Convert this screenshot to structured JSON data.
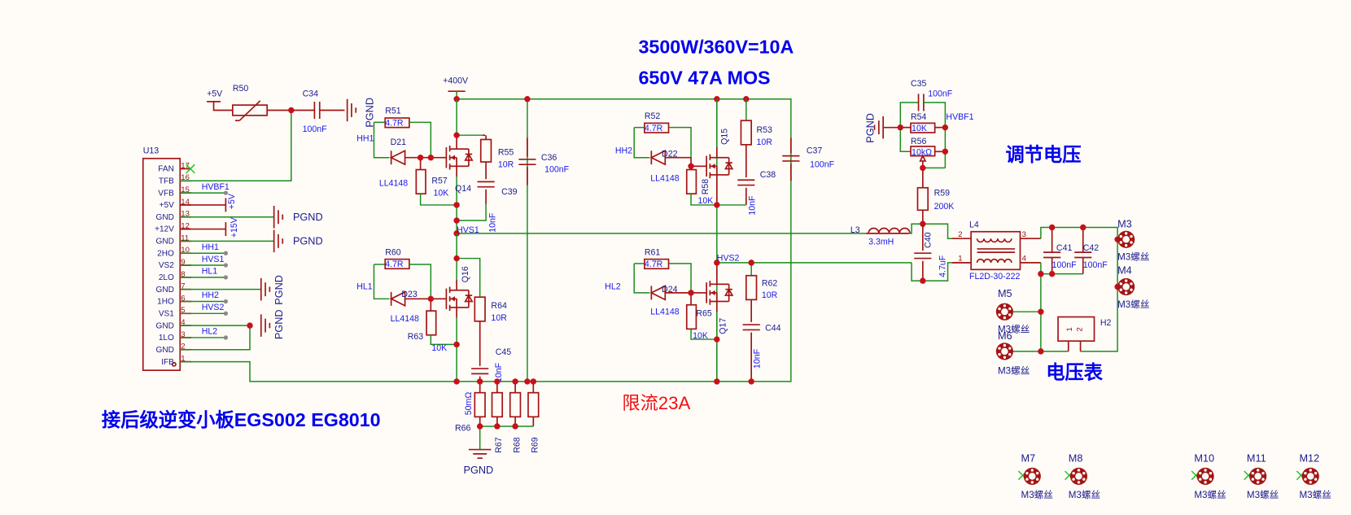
{
  "annotations": {
    "power_title": "3500W/360V=10A",
    "mos_title": "650V 47A MOS",
    "voltage_adjust": "调节电压",
    "voltmeter": "电压表",
    "current_limit": "限流23A",
    "board_note": "接后级逆变小板EGS002 EG8010"
  },
  "connector": {
    "ref": "U13",
    "pins": [
      {
        "num": "17",
        "name": "FAN",
        "net": ""
      },
      {
        "num": "16",
        "name": "TFB",
        "net": ""
      },
      {
        "num": "15",
        "name": "VFB",
        "net": "HVBF1"
      },
      {
        "num": "14",
        "name": "+5V",
        "net": "+5V"
      },
      {
        "num": "13",
        "name": "GND",
        "net": "PGND"
      },
      {
        "num": "12",
        "name": "+12V",
        "net": "+15V"
      },
      {
        "num": "11",
        "name": "GND",
        "net": "PGND"
      },
      {
        "num": "10",
        "name": "2HO",
        "net": "HH1"
      },
      {
        "num": "9",
        "name": "VS2",
        "net": "HVS1"
      },
      {
        "num": "8",
        "name": "2LO",
        "net": "HL1"
      },
      {
        "num": "7",
        "name": "GND",
        "net": "PGND"
      },
      {
        "num": "6",
        "name": "1HO",
        "net": "HH2"
      },
      {
        "num": "5",
        "name": "VS1",
        "net": "HVS2"
      },
      {
        "num": "4",
        "name": "GND",
        "net": "PGND"
      },
      {
        "num": "3",
        "name": "1LO",
        "net": "HL2"
      },
      {
        "num": "2",
        "name": "GND",
        "net": ""
      },
      {
        "num": "1",
        "name": "IFB",
        "net": ""
      }
    ]
  },
  "power_labels": {
    "p5v": "+5V",
    "p5v_rot": "+5V",
    "p15v": "+15V",
    "p400v": "+400V",
    "pgnd": "PGND"
  },
  "components": {
    "R50": {
      "ref": "R50",
      "value": ""
    },
    "C34": {
      "ref": "C34",
      "value": "100nF"
    },
    "R51": {
      "ref": "R51",
      "value": "4.7R"
    },
    "D21": {
      "ref": "D21",
      "value": "LL4148"
    },
    "R57": {
      "ref": "R57",
      "value": "10K"
    },
    "Q14": {
      "ref": "Q14"
    },
    "R55": {
      "ref": "R55",
      "value": "10R"
    },
    "C39": {
      "ref": "C39",
      "value": "10nF"
    },
    "C36": {
      "ref": "C36",
      "value": "100nF"
    },
    "R60": {
      "ref": "R60",
      "value": "4.7R"
    },
    "D23": {
      "ref": "D23",
      "value": "LL4148"
    },
    "R63": {
      "ref": "R63",
      "value": "10K"
    },
    "Q16": {
      "ref": "Q16"
    },
    "R64": {
      "ref": "R64",
      "value": "10R"
    },
    "C45": {
      "ref": "C45",
      "value": "10nF"
    },
    "R66": {
      "ref": "R66",
      "value": "50mΩ"
    },
    "R67": {
      "ref": "R67"
    },
    "R68": {
      "ref": "R68"
    },
    "R69": {
      "ref": "R69"
    },
    "R52": {
      "ref": "R52",
      "value": "4.7R"
    },
    "D22": {
      "ref": "D22",
      "value": "LL4148"
    },
    "R58": {
      "ref": "R58",
      "value": "10K"
    },
    "Q15": {
      "ref": "Q15"
    },
    "R53": {
      "ref": "R53",
      "value": "10R"
    },
    "C38": {
      "ref": "C38",
      "value": "10nF"
    },
    "C37": {
      "ref": "C37",
      "value": "100nF"
    },
    "R61": {
      "ref": "R61",
      "value": "4.7R"
    },
    "D24": {
      "ref": "D24",
      "value": "LL4148"
    },
    "R65": {
      "ref": "R65",
      "value": "10K"
    },
    "Q17": {
      "ref": "Q17"
    },
    "R62": {
      "ref": "R62",
      "value": "10R"
    },
    "C44": {
      "ref": "C44",
      "value": "10nF"
    },
    "C35": {
      "ref": "C35",
      "value": "100nF"
    },
    "R54": {
      "ref": "R54",
      "value": "10K"
    },
    "R56": {
      "ref": "R56",
      "value": "10kΩ"
    },
    "R59": {
      "ref": "R59",
      "value": "200K"
    },
    "L3": {
      "ref": "L3",
      "value": "3.3mH"
    },
    "C40": {
      "ref": "C40",
      "value": "4.7uF"
    },
    "L4": {
      "ref": "L4",
      "value": "FL2D-30-222",
      "pins": [
        "2",
        "3",
        "1",
        "4"
      ]
    },
    "C41": {
      "ref": "C41",
      "value": "100nF"
    },
    "C42": {
      "ref": "C42",
      "value": "100nF"
    },
    "H2": {
      "ref": "H2",
      "pins": [
        "1",
        "2"
      ]
    }
  },
  "nets": {
    "HH1": "HH1",
    "HL1": "HL1",
    "HH2": "HH2",
    "HL2": "HL2",
    "HVS1": "HVS1",
    "HVS2": "HVS2",
    "HVBF1": "HVBF1"
  },
  "mounting_holes": [
    {
      "ref": "M3",
      "value": "M3螺丝"
    },
    {
      "ref": "M4",
      "value": "M3螺丝"
    },
    {
      "ref": "M5",
      "value": "M3螺丝"
    },
    {
      "ref": "M6",
      "value": "M3螺丝"
    },
    {
      "ref": "M7",
      "value": "M3螺丝"
    },
    {
      "ref": "M8",
      "value": "M3螺丝"
    },
    {
      "ref": "M10",
      "value": "M3螺丝"
    },
    {
      "ref": "M11",
      "value": "M3螺丝"
    },
    {
      "ref": "M12",
      "value": "M3螺丝"
    }
  ]
}
